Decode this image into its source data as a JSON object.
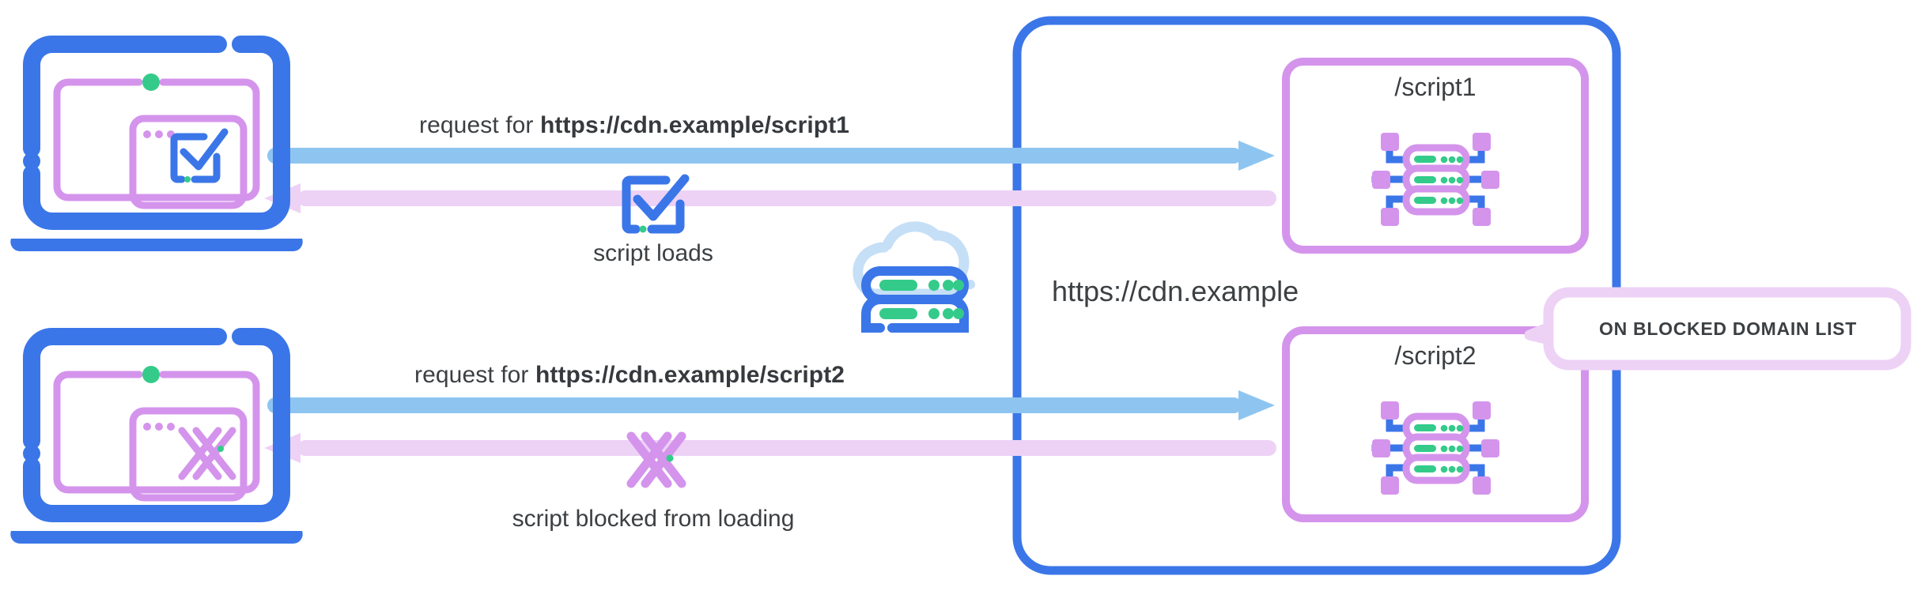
{
  "diagram": {
    "title": "CDN script request / blocked domain list flow",
    "colors": {
      "brand_blue": "#3b76e8",
      "arrow_blue": "#8ec5f0",
      "arrow_pink": "#edd2f6",
      "purple": "#d494ec",
      "green": "#34cb8a",
      "cloud_blue": "#c5dff6",
      "text": "#3c4043",
      "white": "#ffffff"
    }
  },
  "flows": [
    {
      "id": "allowed",
      "request_prefix": "request for ",
      "request_url": "https://cdn.example/script1",
      "caption": "script loads",
      "status_icon": "checkmark-icon",
      "client_icon": "laptop-check-icon",
      "resource_label": "/script1",
      "request_arrow": "arrow-right-blue",
      "response_arrow": "arrow-left-pink"
    },
    {
      "id": "blocked",
      "request_prefix": "request for ",
      "request_url": "https://cdn.example/script2",
      "caption": "script blocked from loading",
      "status_icon": "cross-icon",
      "client_icon": "laptop-cross-icon",
      "resource_label": "/script2",
      "request_arrow": "arrow-right-blue",
      "response_arrow": "arrow-left-pink"
    }
  ],
  "cdn": {
    "domain": "https://cdn.example",
    "cloud_icon": "cloud-server-icon"
  },
  "callout": {
    "text": "ON BLOCKED DOMAIN LIST",
    "points_at": "/script2"
  }
}
